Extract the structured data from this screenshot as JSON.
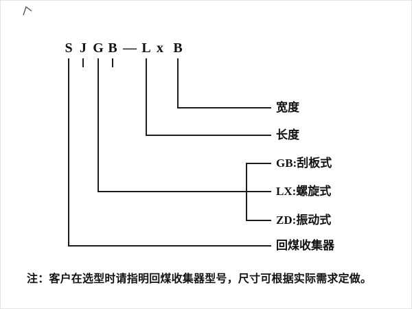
{
  "diagram": {
    "model": {
      "chars": [
        "S",
        "J",
        "G",
        "B",
        "—",
        "L",
        "x",
        "B"
      ]
    },
    "labels": {
      "width": "宽度",
      "length": "长度",
      "product": "回煤收集器"
    },
    "type_options": [
      "GB:刮板式",
      "LX:螺旋式",
      "ZD:振动式"
    ],
    "note": "注：客户在选型时请指明回煤收集器型号，尺寸可根据实际需求定做。"
  }
}
